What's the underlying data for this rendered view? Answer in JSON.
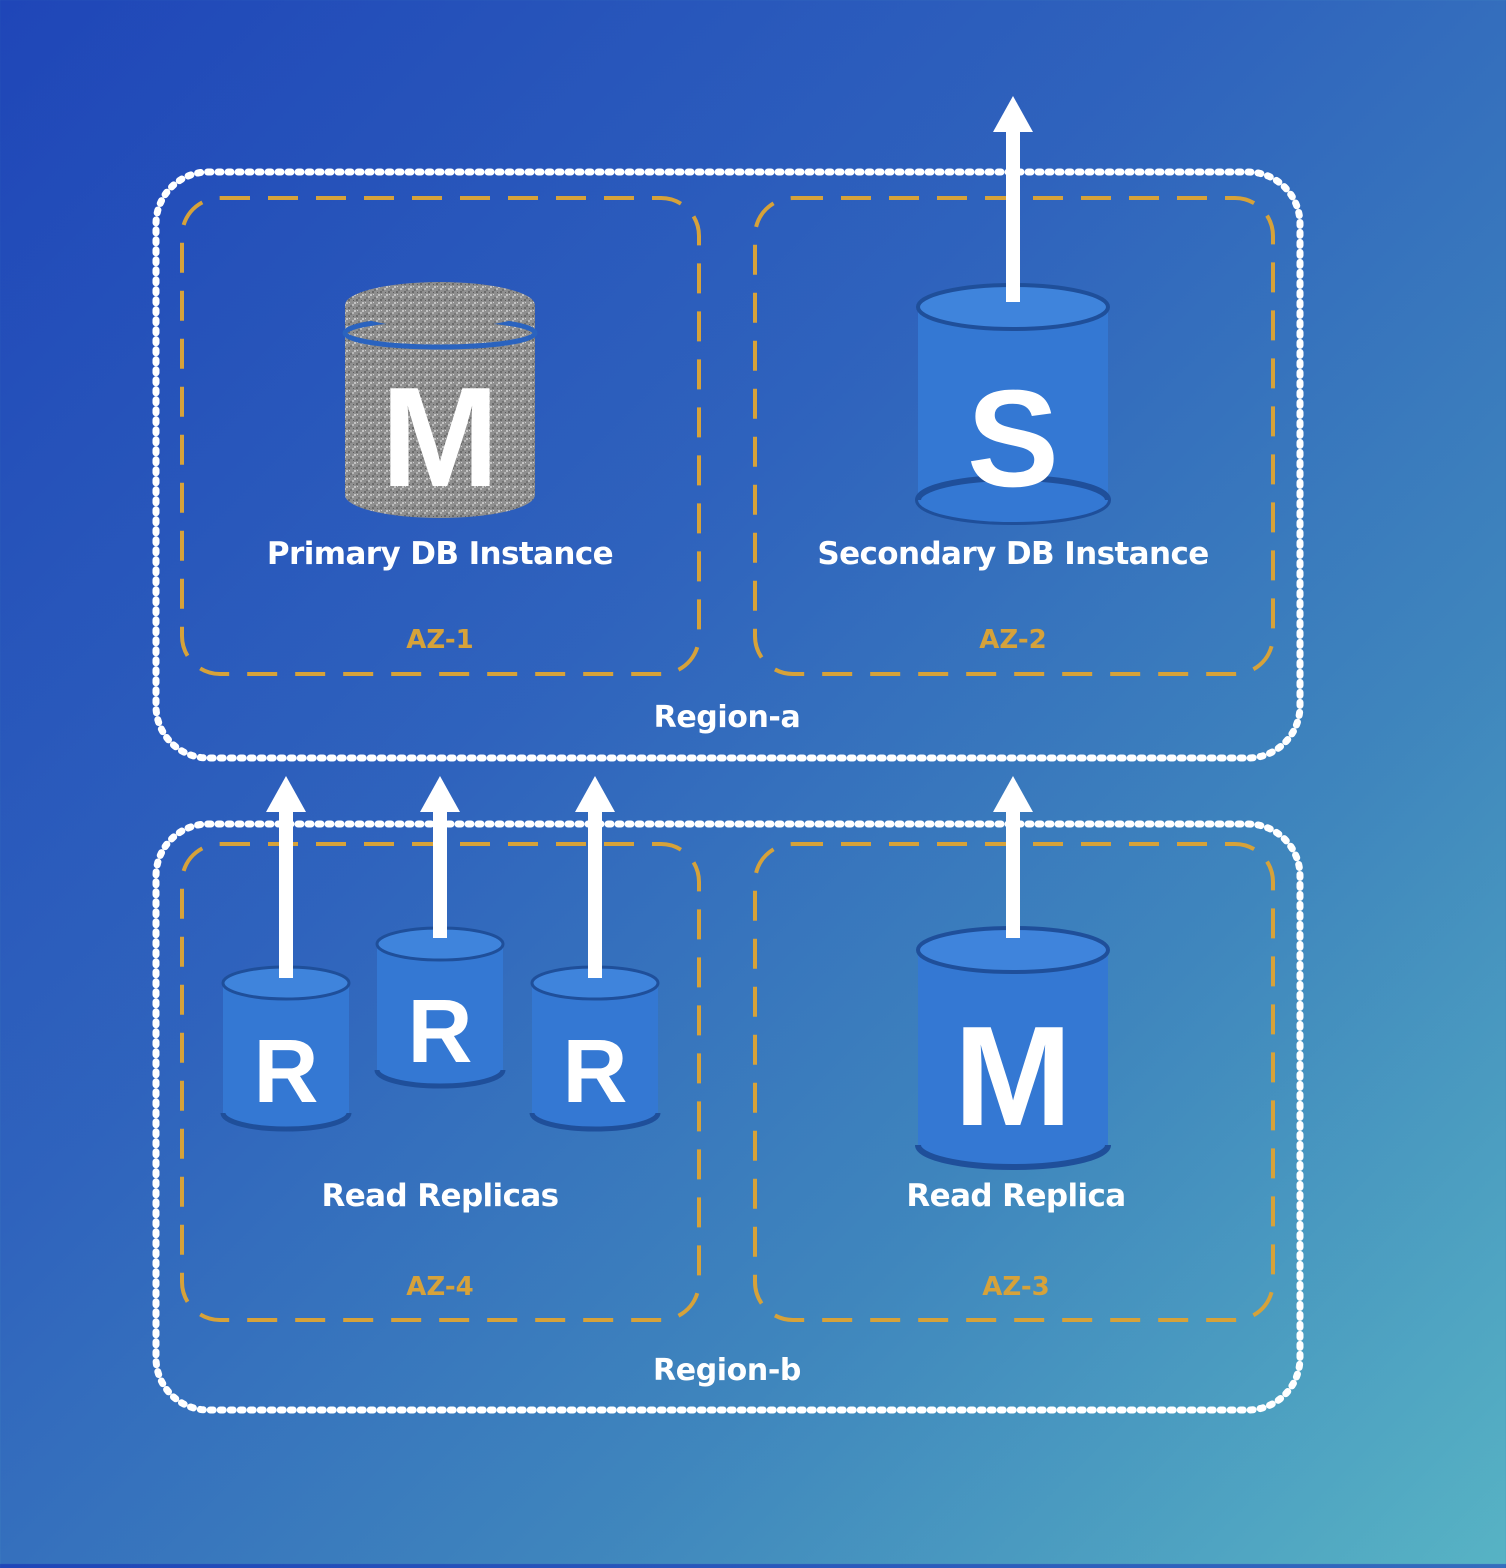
{
  "colors": {
    "az_border": "#d6a23a",
    "region_border": "#ffffff",
    "cylinder_blue": "#3478d3",
    "cylinder_top": "#3f84dc",
    "cylinder_rim": "#1f4f9a",
    "primary_grey": "#8d8d8d",
    "arrow": "#ffffff"
  },
  "regions": {
    "a": {
      "label": "Region-a"
    },
    "b": {
      "label": "Region-b"
    }
  },
  "zones": {
    "az1": {
      "label": "AZ-1",
      "caption": "Primary DB Instance",
      "letter": "M"
    },
    "az2": {
      "label": "AZ-2",
      "caption": "Secondary DB Instance",
      "letter": "S"
    },
    "az4": {
      "label": "AZ-4",
      "caption": "Read Replicas",
      "letters": [
        "R",
        "R",
        "R"
      ]
    },
    "az3": {
      "label": "AZ-3",
      "caption": "Read Replica",
      "letter": "M"
    }
  }
}
